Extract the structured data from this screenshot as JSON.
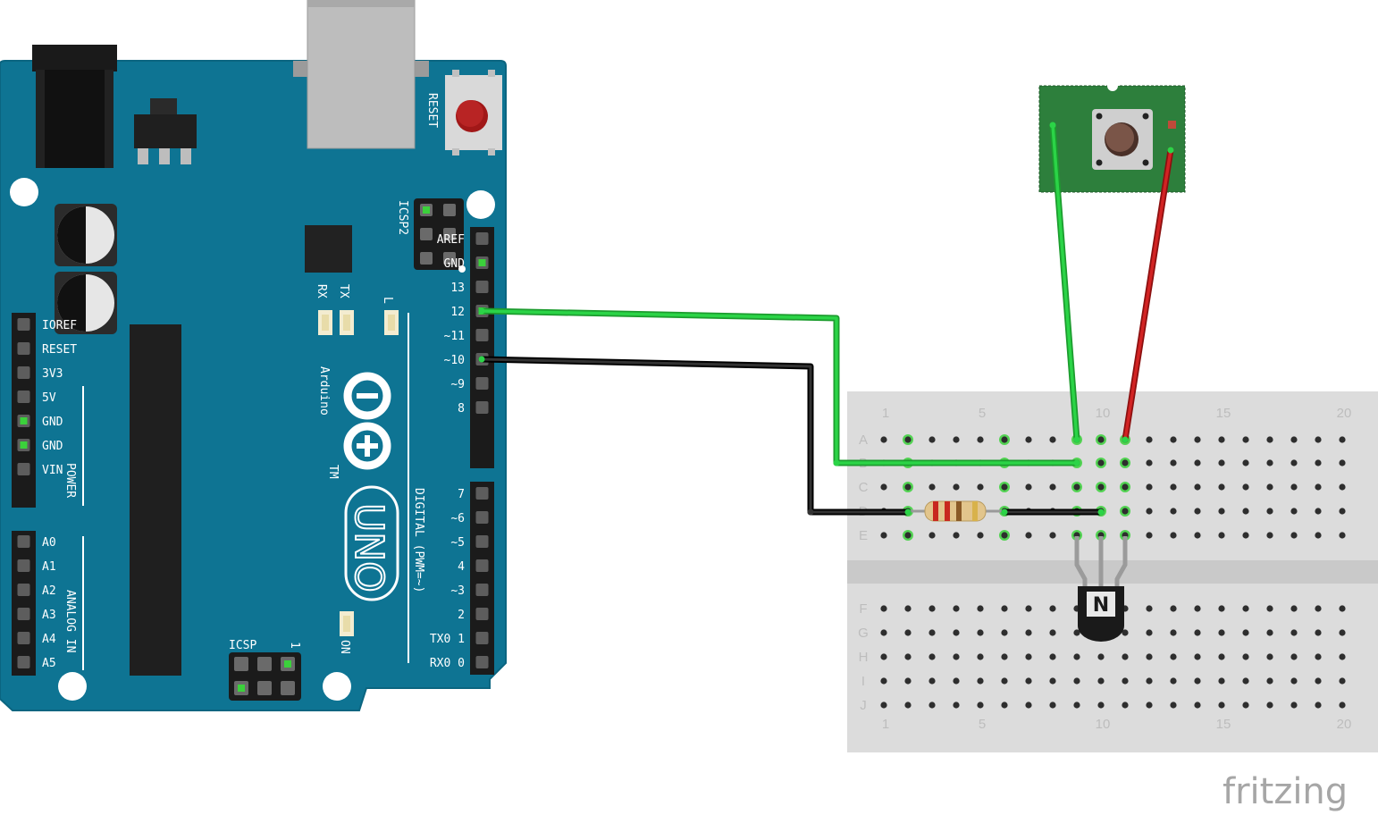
{
  "board": {
    "reset_label": "RESET",
    "icsp2_label": "ICSP2",
    "icsp_label": "ICSP",
    "icsp_pin1": "1",
    "rx_label": "RX",
    "tx_label": "TX",
    "l_label": "L",
    "on_label": "ON",
    "brand": "Arduino",
    "model": "UNO",
    "tm": "TM",
    "power_title": "POWER",
    "analog_title": "ANALOG IN",
    "digital_title": "DIGITAL (PWM=~)",
    "power_pins": [
      "IOREF",
      "RESET",
      "3V3",
      "5V",
      "GND",
      "GND",
      "VIN"
    ],
    "analog_pins": [
      "A0",
      "A1",
      "A2",
      "A3",
      "A4",
      "A5"
    ],
    "digital_top": [
      "AREF",
      "GND",
      "13",
      "12",
      "~11",
      "~10",
      "~9",
      "8"
    ],
    "digital_bottom": [
      "7",
      "~6",
      "~5",
      "4",
      "~3",
      "2",
      "TX0 1",
      "RX0 0"
    ],
    "colors": {
      "pcb": "#0e7493",
      "pcb_edge": "#0b6580",
      "header": "#1b1b1b"
    }
  },
  "breadboard": {
    "column_labels": [
      "1",
      "5",
      "10",
      "15",
      "20"
    ],
    "rows_top": [
      "A",
      "B",
      "C",
      "D",
      "E"
    ],
    "rows_bottom": [
      "F",
      "G",
      "H",
      "I",
      "J"
    ],
    "columns": 20,
    "colors": {
      "body": "#dcdcdc",
      "hole": "#2e2e2e",
      "active": "#3bd13b"
    }
  },
  "components": {
    "transistor_mark": "N",
    "resistor_bands": [
      "#c8281e",
      "#c8281e",
      "#8a5a26",
      "#d8b24a"
    ]
  },
  "wires": [
    {
      "name": "gnd-wire",
      "color": "#22c93a"
    },
    {
      "name": "pin12-wire",
      "color": "#1a1a1a"
    },
    {
      "name": "button-green-wire",
      "color": "#22c93a"
    },
    {
      "name": "button-red-wire",
      "color": "#cc1e1e"
    }
  ],
  "watermark": "fritzing"
}
